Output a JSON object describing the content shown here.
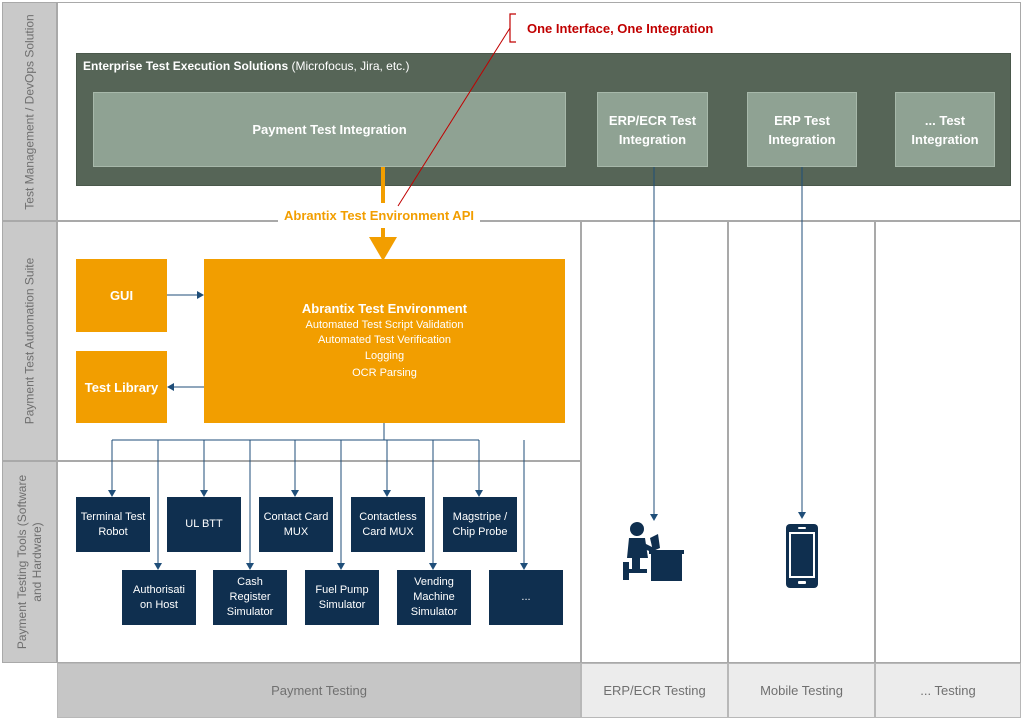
{
  "lanes": {
    "management": "Test Management / DevOps Solution",
    "automation": "Payment Test Automation Suite",
    "tools": "Payment Testing Tools (Software and Hardware)"
  },
  "callout": "One Interface, One Integration",
  "enterprise": {
    "title_bold": "Enterprise Test Execution Solutions",
    "title_rest": " (Microfocus, Jira, etc.)",
    "integrations": {
      "payment": "Payment Test Integration",
      "erp_ecr": "ERP/ECR Test Integration",
      "erp": "ERP Test Integration",
      "other": "... Test Integration"
    }
  },
  "api_label": "Abrantix Test Environment API",
  "environment": {
    "title": "Abrantix Test Environment",
    "features": [
      "Automated Test Script Validation",
      "Automated Test Verification",
      "Logging",
      "OCR Parsing"
    ]
  },
  "gui": "GUI",
  "test_library": "Test Library",
  "tools_row1": [
    "Terminal Test Robot",
    "UL BTT",
    "Contact Card MUX",
    "Contactless Card MUX",
    "Magstripe / Chip Probe"
  ],
  "tools_row2": [
    "Authorisati on Host",
    "Cash Register Simulator",
    "Fuel Pump Simulator",
    "Vending Machine Simulator",
    "..."
  ],
  "bottom": {
    "payment": "Payment Testing",
    "erp_ecr": "ERP/ECR Testing",
    "mobile": "Mobile Testing",
    "other": "... Testing"
  },
  "icons": {
    "desk_worker": "person-at-desk-icon",
    "phone": "smartphone-icon"
  },
  "colors": {
    "orange": "#f29e00",
    "navy": "#0f2f4f",
    "enterprise": "#566557",
    "integration": "#8fa293",
    "callout": "#c00000"
  }
}
